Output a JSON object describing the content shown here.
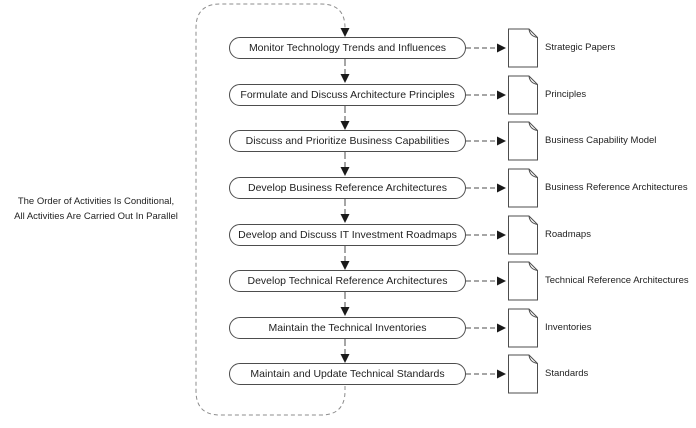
{
  "annotation": {
    "line1": "The Order of Activities Is Conditional,",
    "line2": "All Activities Are Carried Out In Parallel"
  },
  "rows": [
    {
      "activity": "Monitor Technology Trends and Influences",
      "deliverable": "Strategic Papers"
    },
    {
      "activity": "Formulate and Discuss Architecture Principles",
      "deliverable": "Principles"
    },
    {
      "activity": "Discuss and Prioritize Business Capabilities",
      "deliverable": "Business Capability Model"
    },
    {
      "activity": "Develop Business Reference Architectures",
      "deliverable": "Business Reference Architectures"
    },
    {
      "activity": "Develop and Discuss IT Investment Roadmaps",
      "deliverable": "Roadmaps"
    },
    {
      "activity": "Develop Technical Reference Architectures",
      "deliverable": "Technical Reference Architectures"
    },
    {
      "activity": "Maintain the Technical Inventories",
      "deliverable": "Inventories"
    },
    {
      "activity": "Maintain and Update Technical Standards",
      "deliverable": "Standards"
    }
  ],
  "icons": {
    "deliverable": "document-icon",
    "flow": "arrow-down-icon",
    "loop": "dashed-loop-icon"
  },
  "colors": {
    "line": "#4d4d4d",
    "arrow": "#1a1a1a",
    "loop": "#8c8c8c",
    "text": "#1f1f1f",
    "bg": "#ffffff"
  }
}
